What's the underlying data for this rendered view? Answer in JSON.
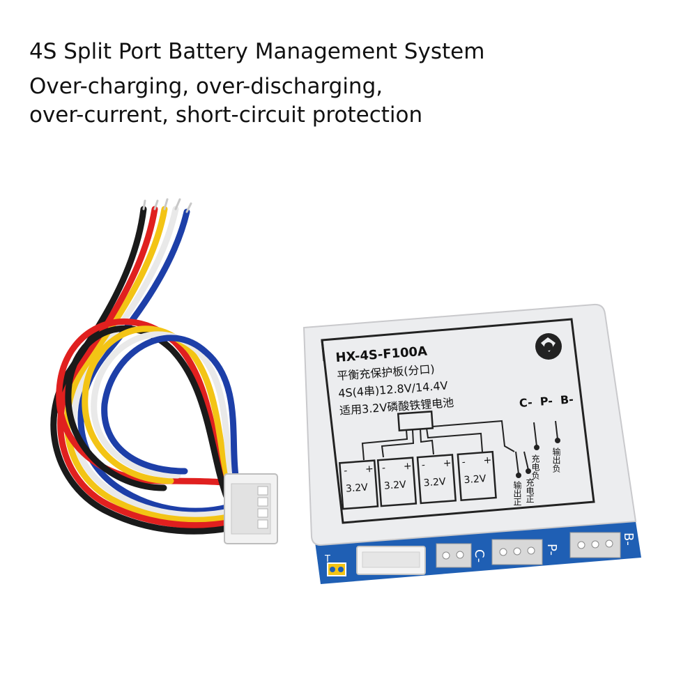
{
  "headline": {
    "line1": "4S Split Port Battery Management System",
    "line2": "Over-charging, over-discharging,",
    "line3": "over-current, short-circuit protection"
  },
  "board_label": {
    "model": "HX-4S-F100A",
    "line2": "平衡充保护板(分口)",
    "line3": "4S(4串)12.8V/14.4V",
    "line4": "适用3.2V磷酸铁锂电池",
    "terminals_header": "C-  P-  B-",
    "cell_voltage": "3.2V",
    "cell_minus": "-",
    "cell_plus": "+",
    "charge_negative": "充电负",
    "output_negative": "输出负",
    "output_positive": "输出正",
    "charge_positive": "充电正"
  },
  "pcb_silkscreen": {
    "t_label": "T",
    "c_label": "C-",
    "p_label": "P-",
    "b_label": "B-"
  },
  "colors": {
    "pcb_blue": "#1f5fb4",
    "label_silver": "#ecedef",
    "wire_black": "#1a1a1a",
    "wire_red": "#e0201f",
    "wire_yellow": "#f3c415",
    "wire_white": "#f5f5f5",
    "wire_blue": "#1d3fa8"
  }
}
